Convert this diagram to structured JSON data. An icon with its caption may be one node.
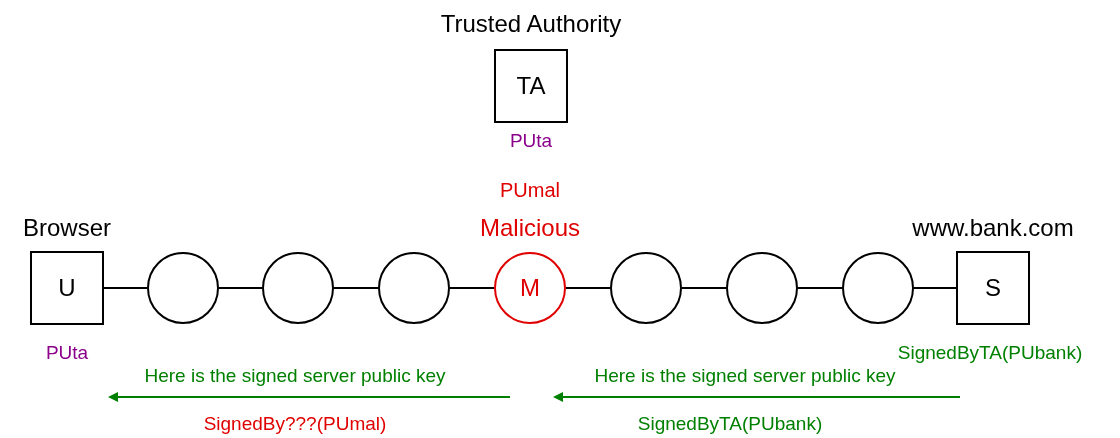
{
  "diagram": {
    "nodes": [
      {
        "text": [
          "Trusted Authority",
          "TA"
        ],
        "beside": [
          "PUta"
        ]
      },
      {
        "text": [
          "Browser",
          "U"
        ],
        "beside": [
          "PUta"
        ]
      },
      {
        "text": [],
        "shape": "circle"
      },
      {
        "text": [],
        "shape": "circle"
      },
      {
        "text": [],
        "shape": "circle"
      },
      {
        "text": [
          "Malicious",
          "M"
        ],
        "beside": [
          "PUmal"
        ]
      },
      {
        "text": [],
        "shape": "circle"
      },
      {
        "text": [],
        "shape": "circle"
      },
      {
        "text": [],
        "shape": "circle"
      },
      {
        "text": [
          "www.bank.com",
          "S"
        ],
        "beside": [
          "SignedByTA(PUbank)"
        ]
      }
    ],
    "edges": [
      {
        "from": 1,
        "to": 2,
        "arrow": "none"
      },
      {
        "from": 2,
        "to": 3,
        "arrow": "none"
      },
      {
        "from": 3,
        "to": 4,
        "arrow": "none"
      },
      {
        "from": 4,
        "to": 5,
        "arrow": "none"
      },
      {
        "from": 5,
        "to": 6,
        "arrow": "none"
      },
      {
        "from": 6,
        "to": 7,
        "arrow": "none"
      },
      {
        "from": 7,
        "to": 8,
        "arrow": "none"
      },
      {
        "from": 8,
        "to": 9,
        "arrow": "none"
      }
    ],
    "labels": [
      "Here is the signed server public key",
      "Here is the signed server public key",
      "SignedBy???(PUmal)",
      "SignedByTA(PUbank)"
    ]
  }
}
